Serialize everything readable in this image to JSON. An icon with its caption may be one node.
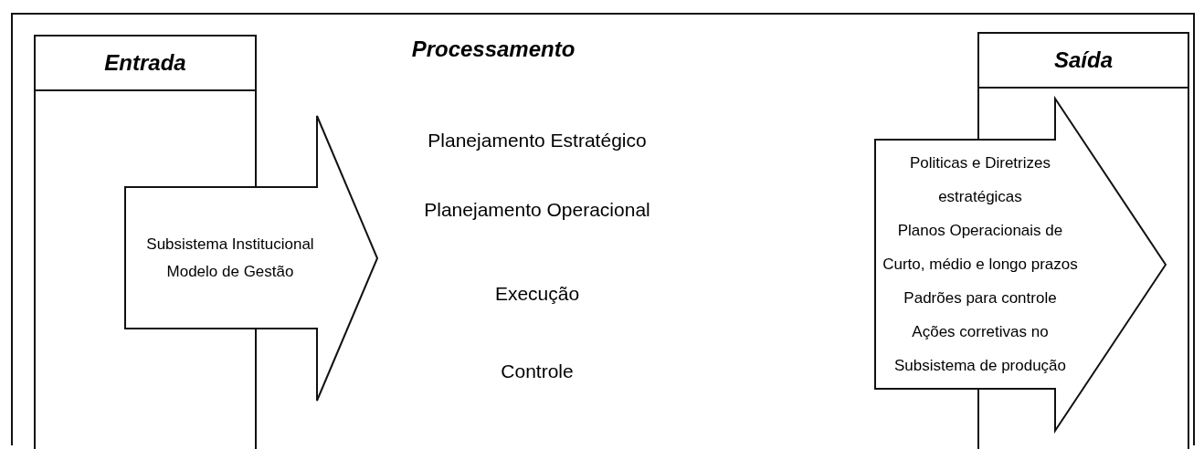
{
  "diagram": {
    "nodes": [
      {
        "text": [
          "Entrada"
        ]
      },
      {
        "text": [
          "Subsistema Institucional Modelo de Gestão"
        ]
      },
      {
        "text": [
          "Saída"
        ]
      },
      {
        "text": [
          "Politicas e Diretrizes estratégicas",
          "Planos Operacionais de Curto, médio e longo prazos",
          "Padrões para controle",
          "Ações corretivas no Subsistema de produção"
        ]
      }
    ],
    "labels": [
      "Processamento",
      "Planejamento Estratégico",
      "Planejamento Operacional",
      "Execução",
      "Controle"
    ]
  }
}
